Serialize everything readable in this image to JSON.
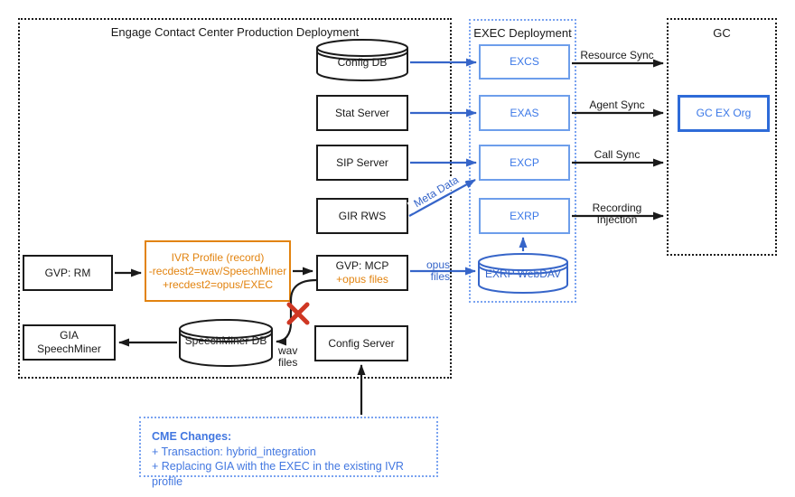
{
  "groups": {
    "engage": {
      "title": "Engage Contact Center Production Deployment"
    },
    "exec": {
      "title": "EXEC Deployment"
    },
    "gc": {
      "title": "GC"
    }
  },
  "nodes": {
    "config_db": "Config DB",
    "stat_server": "Stat Server",
    "sip_server": "SIP Server",
    "gir_rws": "GIR RWS",
    "gvp_rm": "GVP: RM",
    "ivr_profile": {
      "line1": "IVR Profile (record)",
      "line2": "-recdest2=wav/SpeechMiner",
      "line3": "+recdest2=opus/EXEC"
    },
    "gvp_mcp": {
      "line1": "GVP: MCP",
      "line2": "+opus files"
    },
    "gia_speechminer": {
      "line1": "GIA",
      "line2": "SpeechMiner"
    },
    "speechminer_db": "SpeechMiner DB",
    "config_server": "Config Server",
    "excs": "EXCS",
    "exas": "EXAS",
    "excp": "EXCP",
    "exrp": "EXRP",
    "exrp_webdav": "EXRP WebDAV",
    "gc_ex_org": "GC EX Org"
  },
  "edges": {
    "resource_sync": "Resource Sync",
    "agent_sync": "Agent Sync",
    "call_sync": "Call Sync",
    "recording_injection": {
      "line1": "Recording",
      "line2": "Injection"
    },
    "meta_data": "Meta Data",
    "opus_files": {
      "line1": "opus",
      "line2": "files"
    },
    "wav_files": {
      "line1": "wav",
      "line2": "files"
    }
  },
  "note": {
    "title": "CME Changes:",
    "line1": "+ Transaction: hybrid_integration",
    "line2": "+ Replacing GIA with the EXEC in the existing IVR profile"
  },
  "colors": {
    "blue_arrow": "#3665c9",
    "blue_box_border": "#6d9eeb",
    "blue_text": "#3b78e7",
    "strong_blue_border": "#2e6bd8",
    "note_blue": "#4277e0",
    "orange": "#e2830f",
    "red_x": "#cf3723",
    "black": "#1a1a1a"
  }
}
